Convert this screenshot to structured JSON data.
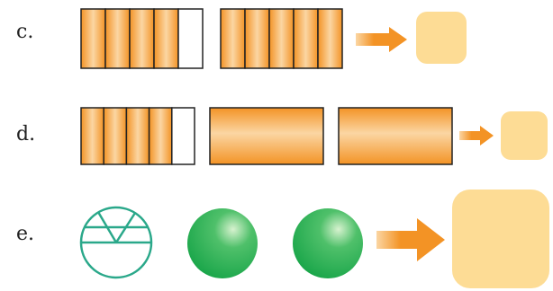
{
  "rows": [
    {
      "id": "c",
      "label": "c.",
      "groups": [
        {
          "kind": "strip",
          "segments": 5,
          "filled": 4
        },
        {
          "kind": "strip",
          "segments": 5,
          "filled": 5
        }
      ],
      "arrow": "small",
      "answer_box": "small"
    },
    {
      "id": "d",
      "label": "d.",
      "groups": [
        {
          "kind": "strip",
          "segments": 5,
          "filled": 4
        },
        {
          "kind": "whole",
          "segments": 1,
          "filled": 1
        },
        {
          "kind": "whole",
          "segments": 1,
          "filled": 1
        }
      ],
      "arrow": "small",
      "answer_box": "small"
    },
    {
      "id": "e",
      "label": "e.",
      "groups": [
        {
          "kind": "circle",
          "segments": 3,
          "filled": 0
        },
        {
          "kind": "circle",
          "segments": 1,
          "filled": 1
        },
        {
          "kind": "circle",
          "segments": 1,
          "filled": 1
        }
      ],
      "arrow": "large",
      "answer_box": "large"
    }
  ],
  "colors": {
    "orange_fill": "#f39325",
    "orange_highlight": "#fbd6a3",
    "outline": "#222222",
    "empty_fill": "#ffffff",
    "green_sphere": "#1aa64a",
    "green_highlight": "#d7f2cf",
    "circle_outline": "#2aa88a",
    "answer_box": "#fddc95",
    "arrow": "#f39325"
  },
  "icons": {
    "arrow": "right-arrow-icon",
    "answer": "answer-box",
    "sphere": "green-sphere-icon"
  }
}
